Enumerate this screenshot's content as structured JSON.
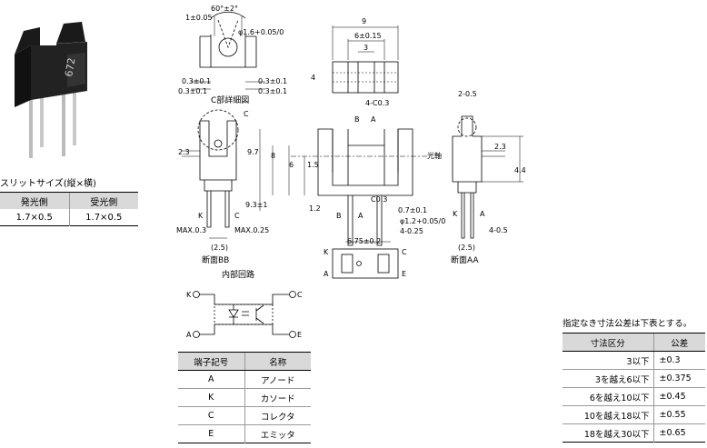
{
  "photo": {
    "marking": "672"
  },
  "slit": {
    "caption": "スリットサイズ(縦×横)",
    "headers": [
      "発光側",
      "受光側"
    ],
    "row": [
      "1.7×0.5",
      "1.7×0.5"
    ]
  },
  "detail_c": {
    "title": "C部詳細図",
    "dim_angle": "60°±2°",
    "dim_1": "1±0.05",
    "dim_phi": "φ1.6+0.05/0",
    "dim_03_tl": "0.3±0.1",
    "dim_03_bl": "0.3±0.1",
    "dim_03_tr": "0.3±0.1",
    "dim_03_br": "0.3±0.1"
  },
  "front": {
    "dim_9": "9",
    "dim_6": "6±0.15",
    "dim_3": "3",
    "dim_4": "4",
    "chamfer": "4-C0.3",
    "mark_b": "B",
    "mark_a": "A",
    "label_c": "C",
    "optical_axis": "光軸",
    "dim_97": "9.7",
    "dim_8": "8",
    "dim_6v": "6",
    "dim_15": "1.5",
    "dim_93": "9.3±1",
    "dim_12": "1.2",
    "c03": "C0.3",
    "dim_07": "0.7±0.1",
    "dim_phi12": "φ1.2+0.05/0",
    "dim_4_025": "4-0.25",
    "mark_b2": "B",
    "mark_a2": "A"
  },
  "section_bb": {
    "title": "断面BB",
    "dim_23": "2.3",
    "max03": "MAX.0.3",
    "max025": "MAX.0.25",
    "k": "K",
    "c": "C",
    "pitch": "(2.5)"
  },
  "bottom_view": {
    "dim_675": "6.75±0.2",
    "k": "K",
    "c": "C",
    "a": "A",
    "e": "E"
  },
  "section_aa": {
    "title": "断面AA",
    "dim_2_05": "2-0.5",
    "dim_23": "2.3",
    "dim_44": "4.4",
    "k": "K",
    "a": "A",
    "dim_4_05": "4-0.5",
    "pitch": "(2.5)"
  },
  "circuit": {
    "title": "内部回路",
    "k": "K",
    "a": "A",
    "c": "C",
    "e": "E"
  },
  "terminals": {
    "headers": [
      "端子記号",
      "名称"
    ],
    "rows": [
      [
        "A",
        "アノード"
      ],
      [
        "K",
        "カソード"
      ],
      [
        "C",
        "コレクタ"
      ],
      [
        "E",
        "エミッタ"
      ]
    ]
  },
  "tolerance": {
    "caption": "指定なき寸法公差は下表とする。",
    "headers": [
      "寸法区分",
      "公差"
    ],
    "rows": [
      [
        "3以下",
        "±0.3"
      ],
      [
        "3を越え6以下",
        "±0.375"
      ],
      [
        "6を越え10以下",
        "±0.45"
      ],
      [
        "10を越え18以下",
        "±0.55"
      ],
      [
        "18を越え30以下",
        "±0.65"
      ]
    ]
  }
}
